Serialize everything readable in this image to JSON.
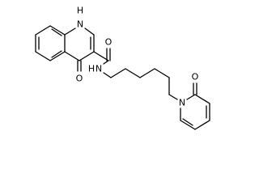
{
  "diagram": {
    "type": "chemical-structure",
    "background": "#ffffff",
    "line_color": "#000000",
    "atom_labels": {
      "ring_nh": "H",
      "ring_n": "N",
      "keto_o": "O",
      "amide_o": "O",
      "amide_nh": "H",
      "amide_n": "N",
      "pyridone_n": "N",
      "pyridone_o": "O"
    }
  }
}
